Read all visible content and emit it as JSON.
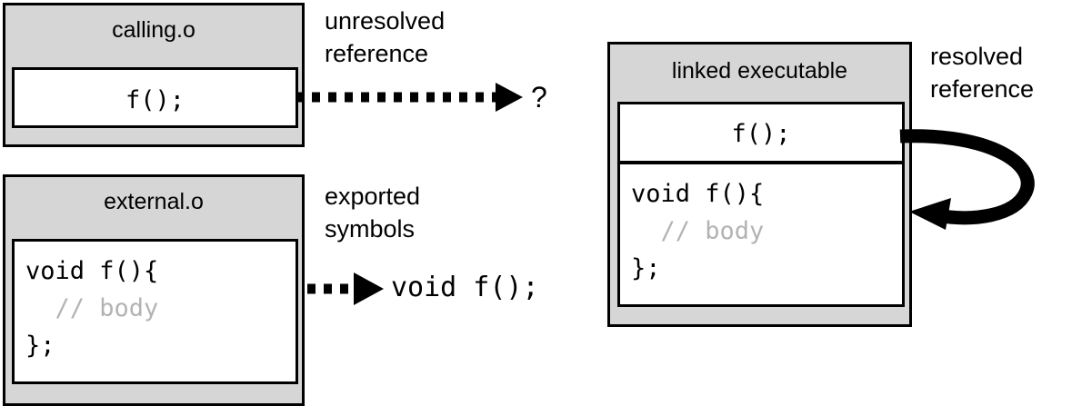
{
  "diagram": {
    "title_semantic": "static-linking-unresolved-vs-resolved-reference",
    "colors": {
      "module_fill": "#d6d6d6",
      "panel_fill": "#ffffff",
      "stroke": "#000000",
      "comment_gray": "#b3b3b3",
      "background": "#ffffff"
    }
  },
  "modules": {
    "calling": {
      "title": "calling.o",
      "panel_code": "f();"
    },
    "external": {
      "title": "external.o",
      "code_line_1": "void f(){",
      "code_comment": "  // body",
      "code_line_3": "};"
    },
    "linked": {
      "title": "linked executable",
      "call_panel_code": "f();",
      "def_line_1": "void f(){",
      "def_comment": "  // body",
      "def_line_3": "};"
    }
  },
  "annotations": {
    "unresolved_reference": "unresolved\nreference",
    "unresolved_target": "?",
    "exported_symbols": "exported\nsymbols",
    "exported_target": "void f();",
    "resolved_reference": "resolved\nreference"
  }
}
